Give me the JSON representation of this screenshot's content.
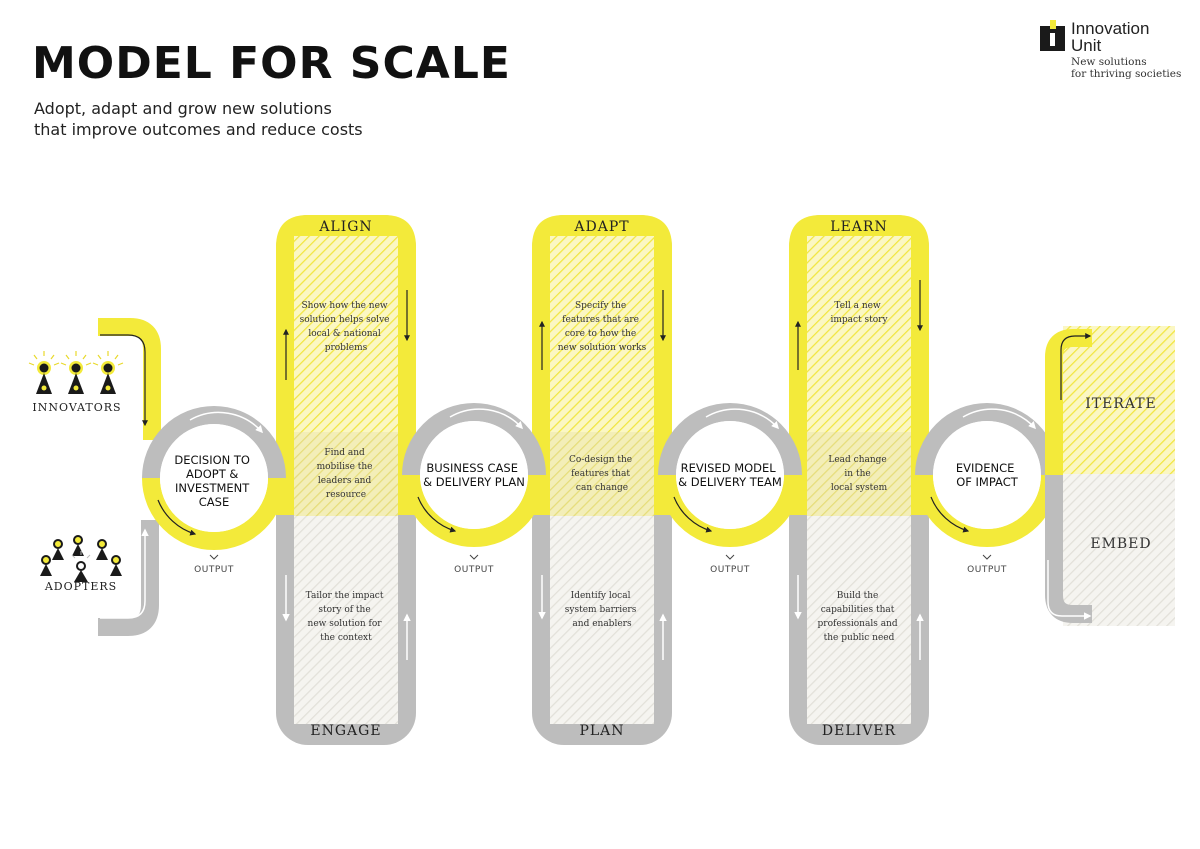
{
  "header": {
    "title": "MODEL FOR SCALE",
    "subtitle_line1": "Adopt, adapt and grow new solutions",
    "subtitle_line2": "that improve outcomes and reduce costs"
  },
  "brand": {
    "name_line1": "Innovation",
    "name_line2": "Unit",
    "tagline_line1": "New solutions",
    "tagline_line2": "for thriving societies"
  },
  "colors": {
    "yellow": "#f3ea3a",
    "grey": "#bdbdbd",
    "dark": "#1a1a1a"
  },
  "groups": {
    "innovators": "INNOVATORS",
    "adopters": "ADOPTERS"
  },
  "decisions": [
    {
      "line1": "DECISION TO",
      "line2": "ADOPT &",
      "line3": "INVESTMENT",
      "line4": "CASE",
      "output": "OUTPUT"
    },
    {
      "line1": "BUSINESS CASE",
      "line2": "& DELIVERY PLAN",
      "output": "OUTPUT"
    },
    {
      "line1": "REVISED MODEL",
      "line2": "& DELIVERY TEAM",
      "output": "OUTPUT"
    },
    {
      "line1": "EVIDENCE",
      "line2": "OF IMPACT",
      "output": "OUTPUT"
    }
  ],
  "columns": [
    {
      "top": "ALIGN",
      "bottom": "ENGAGE",
      "upper": [
        "Show how the new",
        "solution helps solve",
        "local & national",
        "problems"
      ],
      "middle": [
        "Find and",
        "mobilise the",
        "leaders and",
        "resource"
      ],
      "lower": [
        "Tailor the impact",
        "story of the",
        "new solution for",
        "the context"
      ]
    },
    {
      "top": "ADAPT",
      "bottom": "PLAN",
      "upper": [
        "Specify the",
        "features that are",
        "core to how the",
        "new solution works"
      ],
      "middle": [
        "Co-design the",
        "features that",
        "can change"
      ],
      "lower": [
        "Identify local",
        "system barriers",
        "and enablers"
      ]
    },
    {
      "top": "LEARN",
      "bottom": "DELIVER",
      "upper": [
        "Tell a new",
        "impact story"
      ],
      "middle": [
        "Lead change",
        "in the",
        "local system"
      ],
      "lower": [
        "Build the",
        "capabilities that",
        "professionals and",
        "the public need"
      ]
    }
  ],
  "final": {
    "iterate": "ITERATE",
    "embed": "EMBED"
  }
}
